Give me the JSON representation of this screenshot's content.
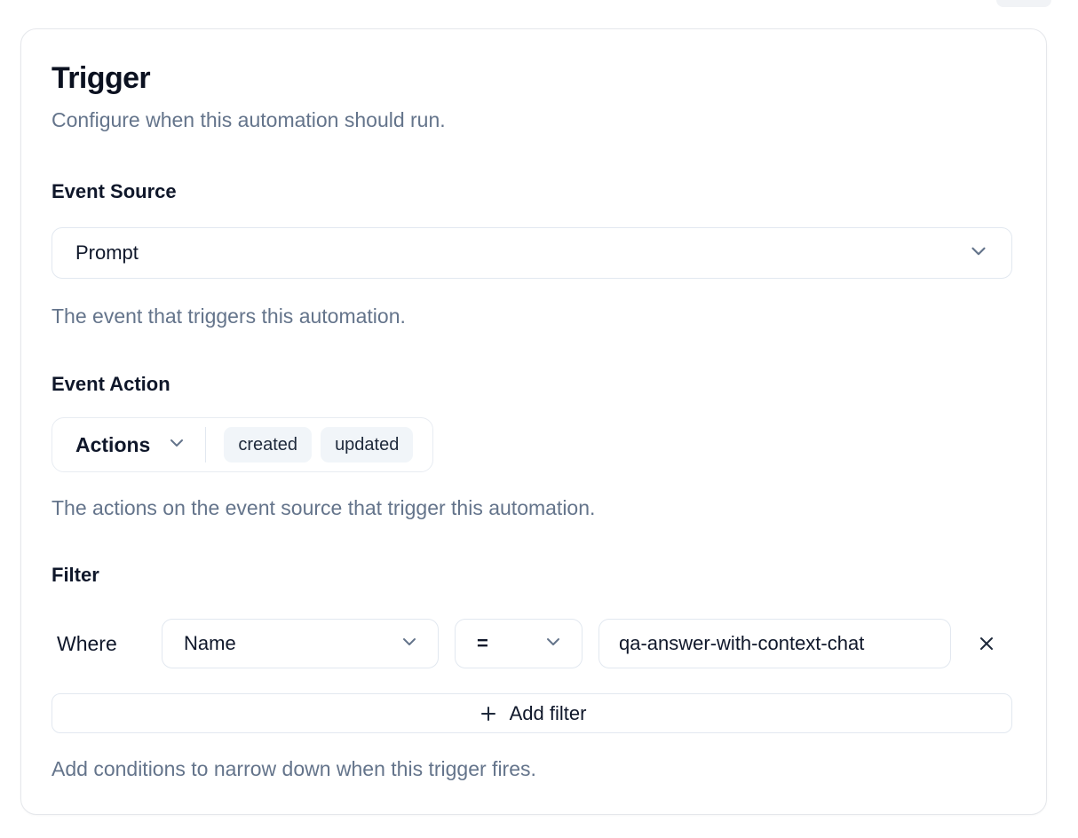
{
  "page": {
    "title": "Trigger",
    "subtitle": "Configure when this automation should run."
  },
  "event_source": {
    "label": "Event Source",
    "value": "Prompt",
    "help": "The event that triggers this automation."
  },
  "event_action": {
    "label": "Event Action",
    "dropdown_label": "Actions",
    "selected_actions": [
      "created",
      "updated"
    ],
    "help": "The actions on the event source that trigger this automation."
  },
  "filter": {
    "label": "Filter",
    "where_label": "Where",
    "field": "Name",
    "operator": "=",
    "value": "qa-answer-with-context-chat",
    "add_button_label": "Add filter",
    "help": "Add conditions to narrow down when this trigger fires."
  },
  "icons": {
    "chevron_down": "chevron-down-icon",
    "plus": "plus-icon",
    "close": "close-icon"
  },
  "colors": {
    "border": "#e2e8f0",
    "chip_bg": "#f1f5f9",
    "text_dark": "#0f172a",
    "text_muted": "#64748b",
    "icon": "#64748b"
  }
}
